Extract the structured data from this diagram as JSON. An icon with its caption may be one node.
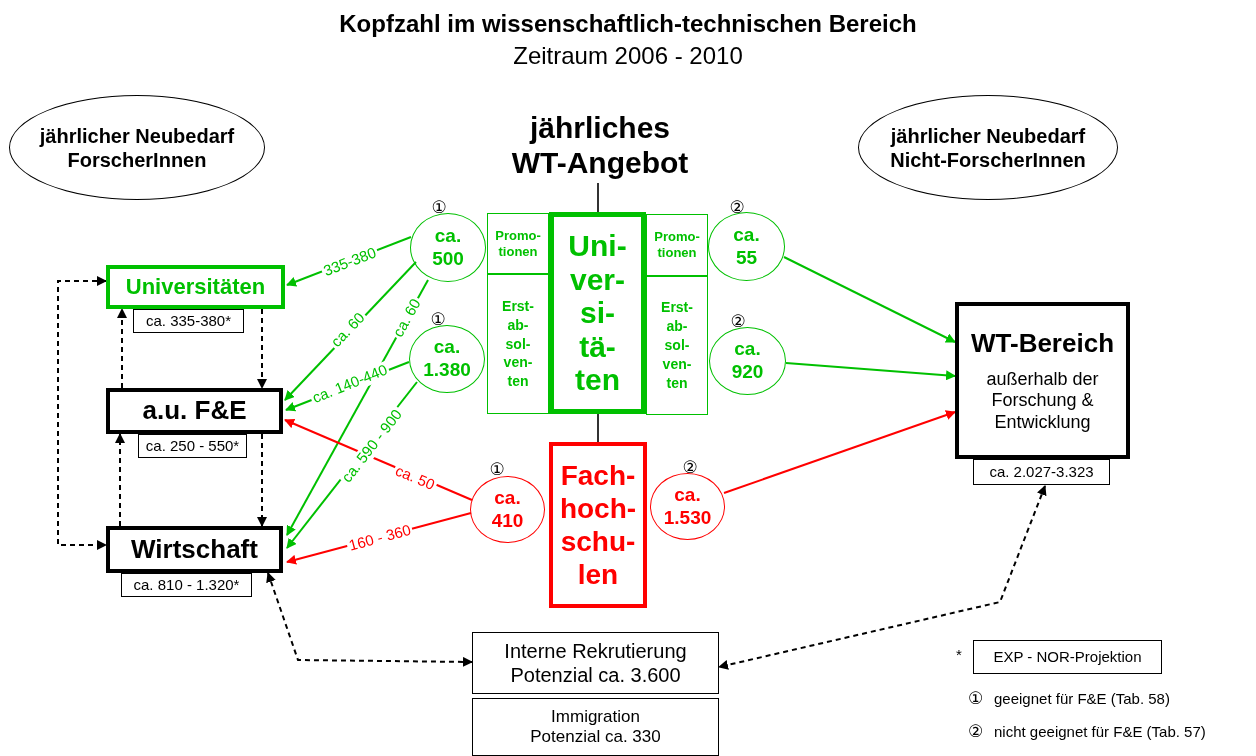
{
  "diagram": {
    "title": "Kopfzahl im wissenschaftlich-technischen Bereich",
    "nodes": [
      {
        "text": [
          "jährlicher Neubedarf ForscherInnen"
        ]
      },
      {
        "text": [
          "jährliches WT-Angebot"
        ]
      },
      {
        "text": [
          "jährlicher Neubedarf Nicht-ForscherInnen"
        ]
      },
      {
        "text": [
          "ca. 500"
        ],
        "beside": [
          "①"
        ]
      },
      {
        "text": [
          "Promo- tionen"
        ]
      },
      {
        "text": [
          "Uni- ver- si- tä- ten"
        ]
      },
      {
        "text": [
          "Promo- tionen"
        ]
      },
      {
        "text": [
          "ca. 55"
        ],
        "beside": [
          "②"
        ]
      },
      {
        "text": [
          "Universitäten"
        ],
        "beside": [
          "ca. 335-380*"
        ]
      },
      {
        "text": [
          "Erst- ab- sol- ven- ten"
        ]
      },
      {
        "text": [
          "Erst- ab- sol- ven- ten"
        ]
      },
      {
        "text": [
          "ca. 1.380"
        ],
        "beside": [
          "①"
        ]
      },
      {
        "text": [
          "ca. 920"
        ],
        "beside": [
          "②"
        ]
      },
      {
        "text": [
          "WT-Bereich",
          "außerhalb der Forschung & Entwicklung"
        ],
        "beside": [
          "ca. 2.027-3.323"
        ]
      },
      {
        "text": [
          "a.u. F&E"
        ],
        "beside": [
          "ca. 250 - 550*"
        ]
      },
      {
        "text": [
          "Wirtschaft"
        ],
        "beside": [
          "ca. 810 - 1.320*"
        ]
      },
      {
        "text": [
          "ca. 410"
        ],
        "beside": [
          "①"
        ]
      },
      {
        "text": [
          "Fach- hoch- schu- len"
        ]
      },
      {
        "text": [
          "ca. 1.530"
        ],
        "beside": [
          "②"
        ]
      },
      {
        "text": [
          "Interne Rekrutierung Potenzial ca. 3.600"
        ]
      },
      {
        "text": [
          "Immigration Potenzial ca. 330"
        ]
      },
      {
        "text": [
          "EXP - NOR-Projektion"
        ],
        "beside": [
          "*"
        ]
      }
    ],
    "edges": [
      {
        "from": 1,
        "to": 5,
        "arrow": "none",
        "color": "#333333"
      },
      {
        "from": 5,
        "to": 17,
        "arrow": "none",
        "color": "#333333"
      },
      {
        "from": 3,
        "to": 8,
        "arrow": "to",
        "label": "335-380",
        "color": "#00c000"
      },
      {
        "from": 3,
        "to": 14,
        "arrow": "to",
        "label": "ca. 60",
        "color": "#00c000"
      },
      {
        "from": 3,
        "to": 15,
        "arrow": "to",
        "label": "ca. 60",
        "color": "#00c000"
      },
      {
        "from": 11,
        "to": 14,
        "arrow": "to",
        "label": "ca. 140-440",
        "color": "#00c000"
      },
      {
        "from": 11,
        "to": 15,
        "arrow": "to",
        "label": "ca. 590 - 900",
        "color": "#00c000"
      },
      {
        "from": 16,
        "to": 14,
        "arrow": "to",
        "label": "ca. 50",
        "color": "#ff0000"
      },
      {
        "from": 16,
        "to": 15,
        "arrow": "to",
        "label": "160 - 360",
        "color": "#ff0000"
      },
      {
        "from": 7,
        "to": 13,
        "arrow": "to",
        "color": "#00c000"
      },
      {
        "from": 12,
        "to": 13,
        "arrow": "to",
        "color": "#00c000"
      },
      {
        "from": 18,
        "to": 13,
        "arrow": "to",
        "color": "#ff0000"
      },
      {
        "from": 8,
        "to": 14,
        "arrow": "to",
        "style": "dashed",
        "color": "#000000"
      },
      {
        "from": 14,
        "to": 8,
        "arrow": "to",
        "style": "dashed",
        "color": "#000000"
      },
      {
        "from": 14,
        "to": 15,
        "arrow": "to",
        "style": "dashed",
        "color": "#000000"
      },
      {
        "from": 15,
        "to": 14,
        "arrow": "to",
        "style": "dashed",
        "color": "#000000"
      },
      {
        "from": 8,
        "to": 15,
        "arrow": "both",
        "style": "dashed",
        "color": "#000000"
      },
      {
        "from": 15,
        "to": 19,
        "arrow": "both",
        "style": "dashed",
        "color": "#000000"
      },
      {
        "from": 13,
        "to": 19,
        "arrow": "both",
        "style": "dashed",
        "color": "#000000"
      }
    ],
    "labels": [
      "Zeitraum 2006 - 2010",
      "①",
      "②"
    ],
    "legend": [
      {
        "text": "geeignet für F&E (Tab. 58)"
      },
      {
        "text": "nicht geeignet für F&E (Tab. 57)"
      }
    ]
  }
}
